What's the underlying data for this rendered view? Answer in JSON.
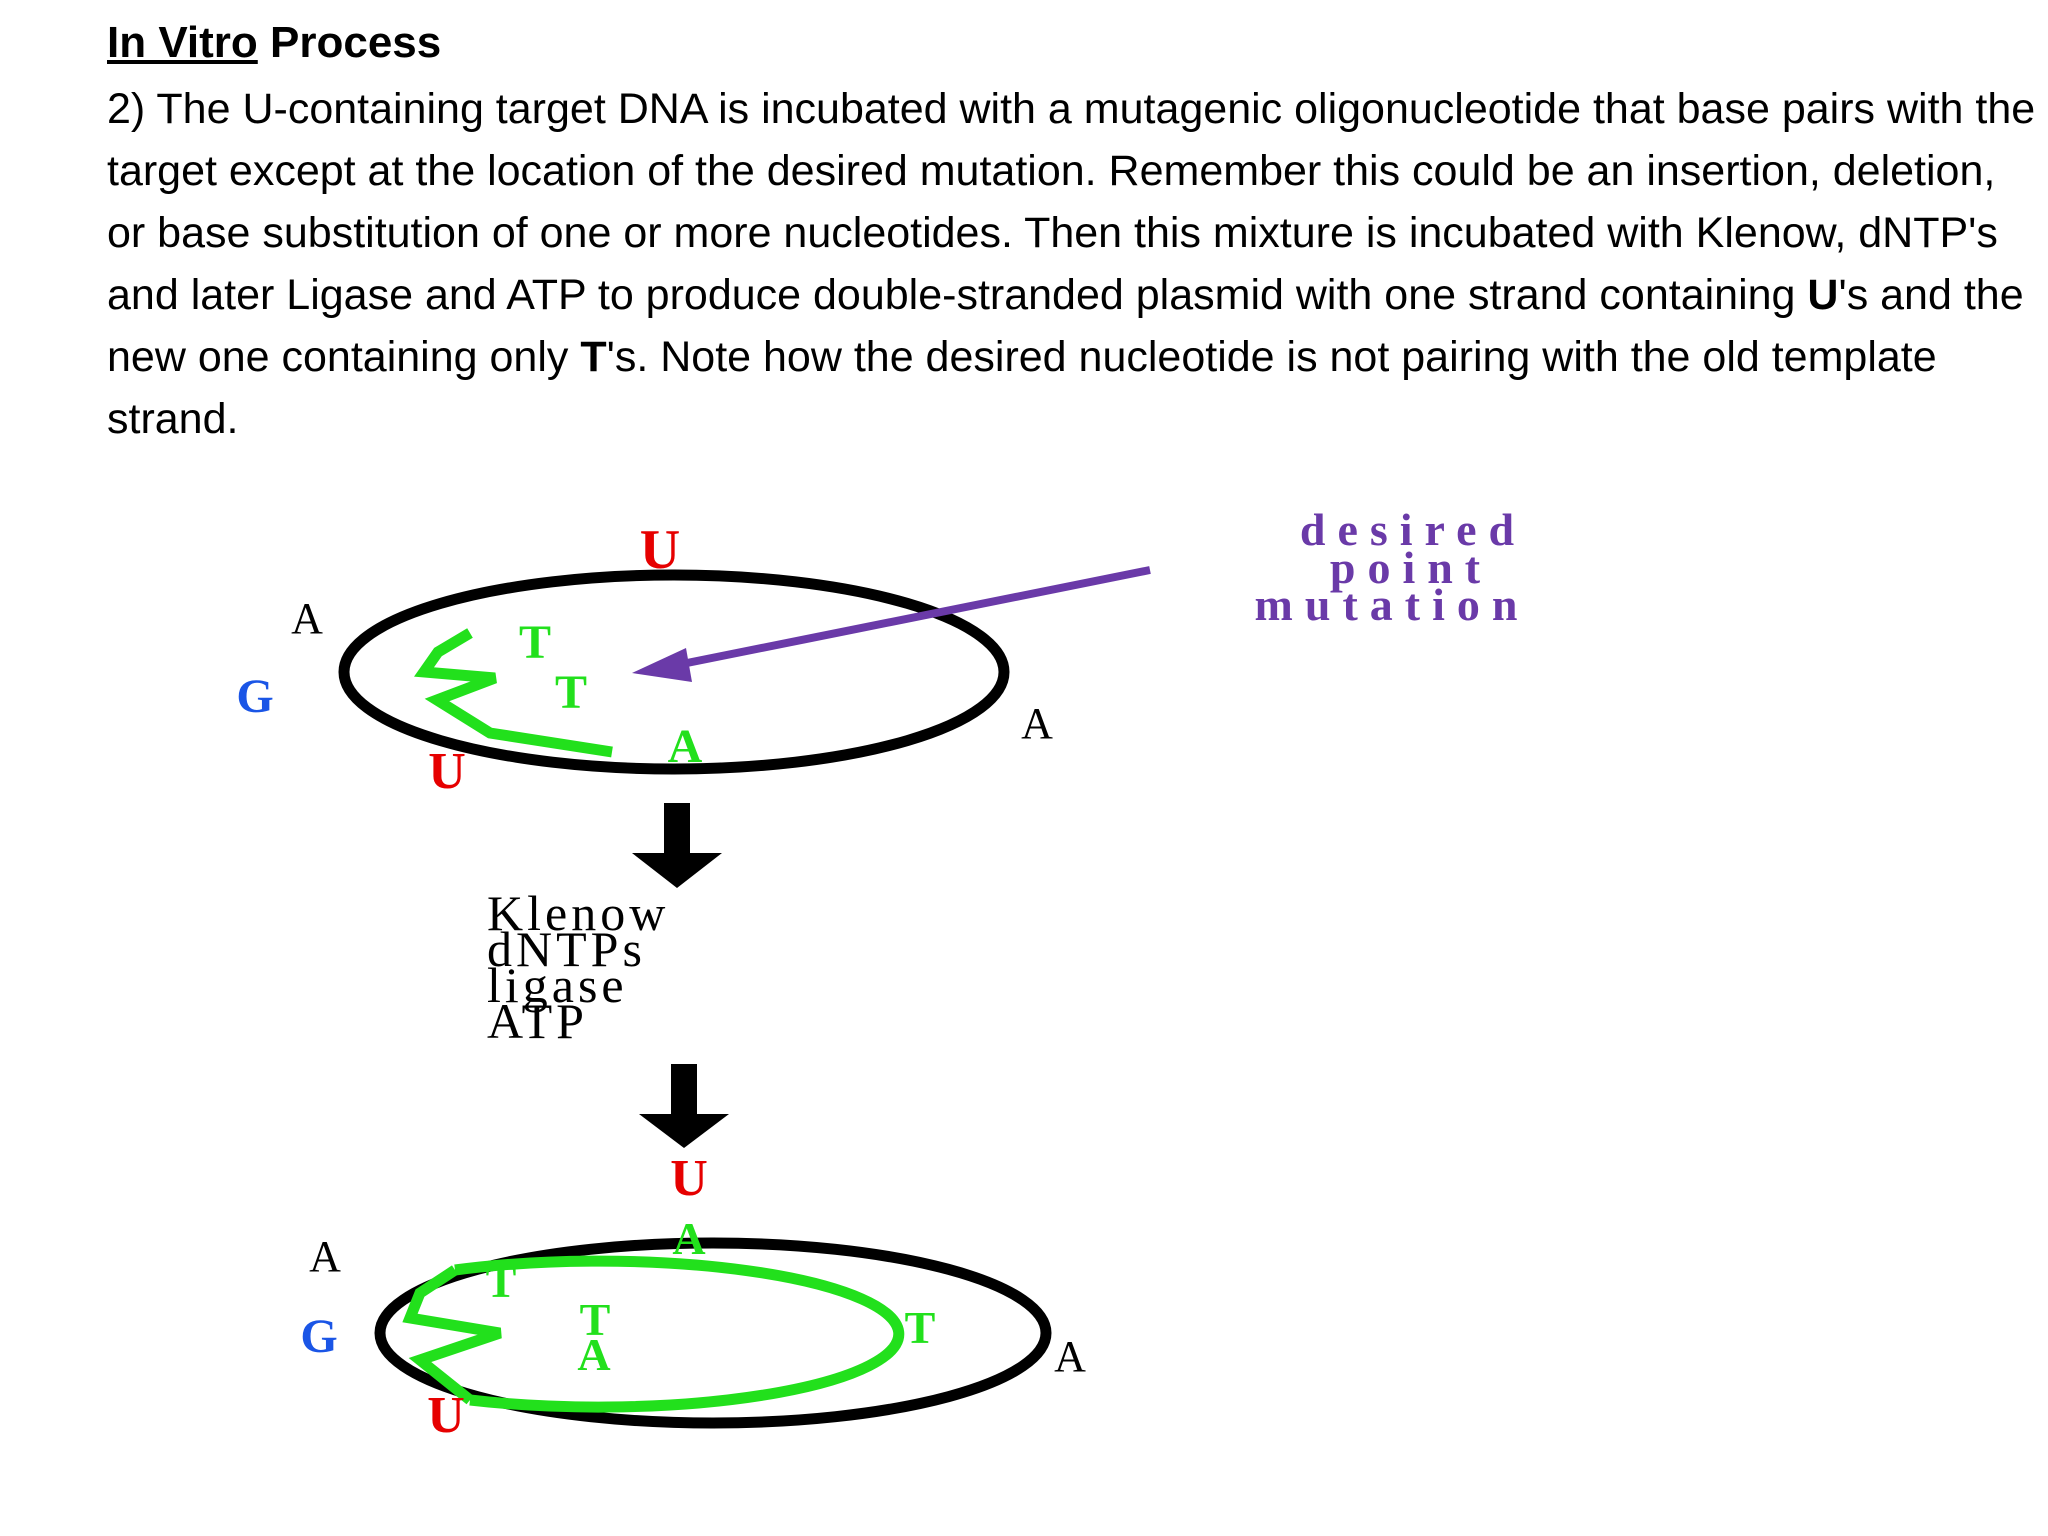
{
  "header": {
    "title_part1": "In Vitro",
    "title_part2": "Process"
  },
  "description": {
    "seg1": "2) The U-containing target DNA is incubated with a mutagenic oligonucleotide that base pairs with the target except at the location of the desired mutation. Remember this could be an insertion, deletion, or base substitution of one or more nucleotides. Then this mixture is incubated with Klenow, dNTP's and later Ligase and ATP to produce double-stranded plasmid with one strand containing ",
    "bold_u": "U",
    "seg2": "'s and the new one containing only ",
    "bold_t": "T",
    "seg3": "'s. Note how the desired nucleotide is not pairing with the old template strand."
  },
  "diagram": {
    "top_plasmid": {
      "labels": {
        "u_top": "U",
        "a_left": "A",
        "g_left": "G",
        "u_bottom": "U",
        "a_right": "A",
        "t1": "T",
        "t2": "T",
        "a_inner": "A"
      }
    },
    "annotation": {
      "line1": "desired",
      "line2": "point",
      "line3": "mutation"
    },
    "reagents": [
      "Klenow",
      "dNTPs",
      "ligase",
      "ATP"
    ],
    "bottom_plasmid": {
      "labels": {
        "u_top": "U",
        "a_inner_top": "A",
        "a_left": "A",
        "t1": "T",
        "g_left": "G",
        "t2": "T",
        "a_inner": "A",
        "t_right": "T",
        "a_right": "A",
        "u_bottom": "U"
      }
    },
    "colors": {
      "red": "#e60000",
      "blue": "#1a55e6",
      "green": "#22e01c",
      "purple": "#6a3aa8",
      "black": "#000000"
    }
  }
}
